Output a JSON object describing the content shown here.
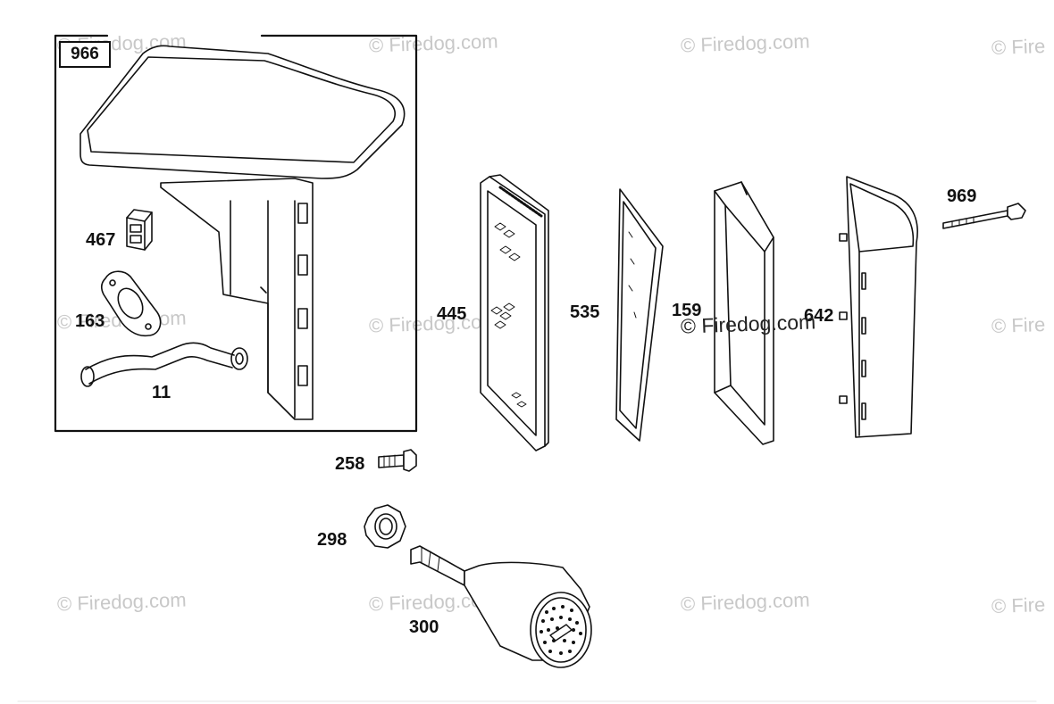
{
  "watermark": {
    "text": "© Firedog.com",
    "partial": "© Fire"
  },
  "kit": {
    "label": "966"
  },
  "parts": [
    {
      "id": "p467",
      "label": "467"
    },
    {
      "id": "p163",
      "label": "163"
    },
    {
      "id": "p11",
      "label": "11"
    },
    {
      "id": "p445",
      "label": "445"
    },
    {
      "id": "p535",
      "label": "535"
    },
    {
      "id": "p159",
      "label": "159"
    },
    {
      "id": "p642",
      "label": "642"
    },
    {
      "id": "p969",
      "label": "969"
    },
    {
      "id": "p258",
      "label": "258"
    },
    {
      "id": "p298",
      "label": "298"
    },
    {
      "id": "p300",
      "label": "300"
    }
  ]
}
